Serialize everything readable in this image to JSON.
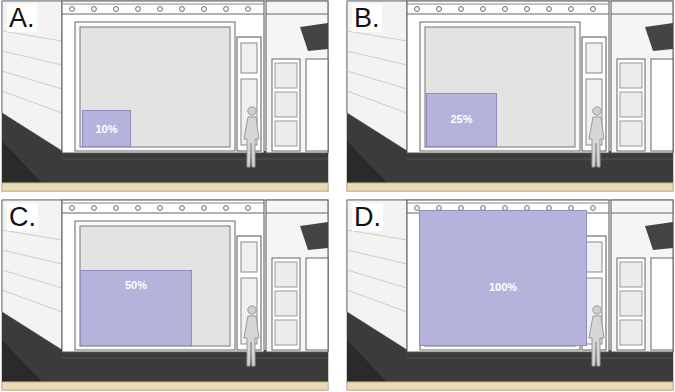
{
  "diagram": {
    "nodes": [
      {
        "text": [
          "10%"
        ]
      },
      {
        "text": [
          "25%"
        ]
      },
      {
        "text": [
          "50%"
        ]
      },
      {
        "text": [
          "100%"
        ]
      }
    ],
    "labels": [
      "A.",
      "B.",
      "C.",
      "D."
    ]
  }
}
